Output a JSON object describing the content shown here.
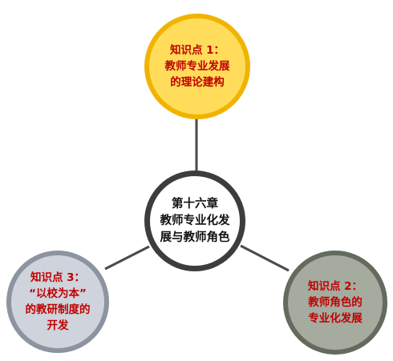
{
  "center_topic": {
    "lines": [
      "第十六章",
      "教师专业化发",
      "展与教师角色"
    ],
    "border_color": "#3d3d3d",
    "fill_color": "#ffffff"
  },
  "knowledge_points": [
    {
      "lines": [
        "知识点 1：",
        "教师专业发展",
        "的理论建构"
      ],
      "fill_color": "#ffdc5a",
      "border_color": "#f0b400"
    },
    {
      "lines": [
        "知识点 2：",
        "教师角色的",
        "专业化发展"
      ],
      "fill_color": "#a5ab9f",
      "border_color": "#636b5e"
    },
    {
      "lines": [
        "知识点 3：",
        "“以校为本”",
        "的教研制度的",
        "开发"
      ],
      "fill_color": "#cfd3db",
      "border_color": "#8c94a0"
    }
  ],
  "text_color": "#c00000",
  "connector_color": "#4a4a4a"
}
